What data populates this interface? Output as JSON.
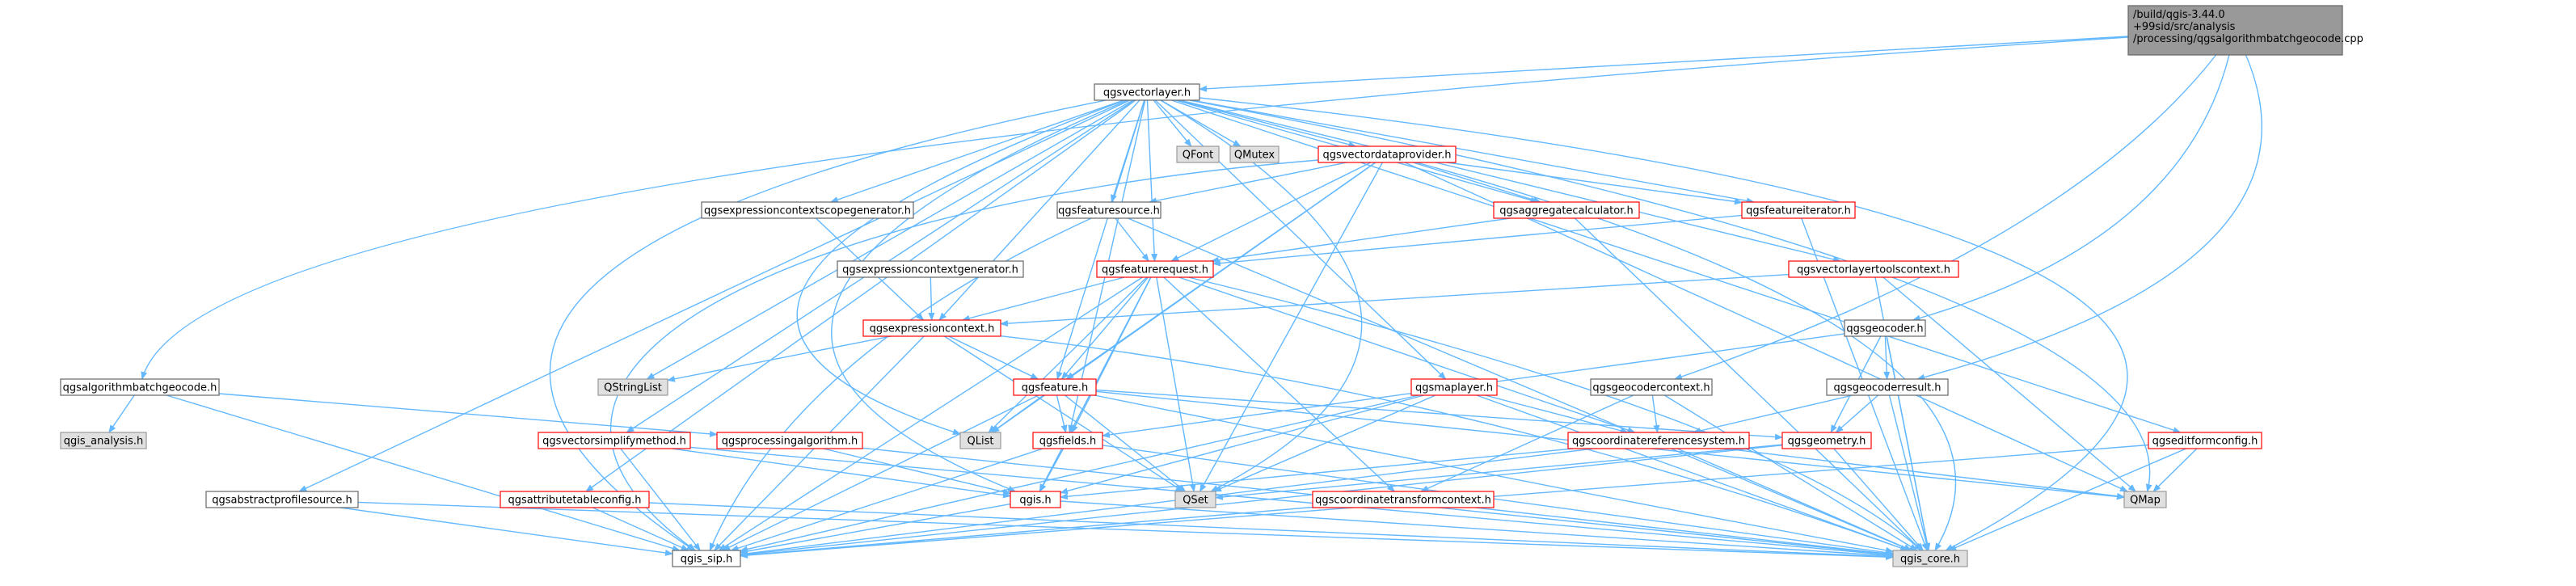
{
  "colors": {
    "edge": "#63b8ff",
    "root_fill": "#999999",
    "root_stroke": "#666666",
    "plain_fill": "#ffffff",
    "plain_stroke": "#666666",
    "truncated_stroke": "#ff0000",
    "external_fill": "#e0e0e0",
    "external_stroke": "#999999"
  },
  "nodes": [
    {
      "id": "root",
      "style": "root",
      "lines": [
        "/build/qgis-3.44.0",
        "+99sid/src/analysis",
        "/processing/qgsalgorithmbatchgeocode.cpp"
      ]
    },
    {
      "id": "qgsvectorlayer",
      "style": "plain",
      "lines": [
        "qgsvectorlayer.h"
      ]
    },
    {
      "id": "qfont",
      "style": "external",
      "lines": [
        "QFont"
      ]
    },
    {
      "id": "qmutex",
      "style": "external",
      "lines": [
        "QMutex"
      ]
    },
    {
      "id": "qgsvectordataprovider",
      "style": "truncated",
      "lines": [
        "qgsvectordataprovider.h"
      ]
    },
    {
      "id": "qgsexprctxscopegen",
      "style": "plain",
      "lines": [
        "qgsexpressioncontextscopegenerator.h"
      ]
    },
    {
      "id": "qgsfeaturesource",
      "style": "plain",
      "lines": [
        "qgsfeaturesource.h"
      ]
    },
    {
      "id": "qgsaggregatecalculator",
      "style": "truncated",
      "lines": [
        "qgsaggregatecalculator.h"
      ]
    },
    {
      "id": "qgsfeatureiterator",
      "style": "truncated",
      "lines": [
        "qgsfeatureiterator.h"
      ]
    },
    {
      "id": "qgsexprctxgen",
      "style": "plain",
      "lines": [
        "qgsexpressioncontextgenerator.h"
      ]
    },
    {
      "id": "qgsfeaturerequest",
      "style": "truncated",
      "lines": [
        "qgsfeaturerequest.h"
      ]
    },
    {
      "id": "qgsvectorlayertoolscontext",
      "style": "truncated",
      "lines": [
        "qgsvectorlayertoolscontext.h"
      ]
    },
    {
      "id": "qgsexpressioncontext",
      "style": "truncated",
      "lines": [
        "qgsexpressioncontext.h"
      ]
    },
    {
      "id": "qgsgeocoder",
      "style": "plain",
      "lines": [
        "qgsgeocoder.h"
      ]
    },
    {
      "id": "qgsalgbatchgeocode",
      "style": "plain",
      "lines": [
        "qgsalgorithmbatchgeocode.h"
      ]
    },
    {
      "id": "qstringlist",
      "style": "external",
      "lines": [
        "QStringList"
      ]
    },
    {
      "id": "qgsfeature",
      "style": "truncated",
      "lines": [
        "qgsfeature.h"
      ]
    },
    {
      "id": "qgsmaplayer",
      "style": "truncated",
      "lines": [
        "qgsmaplayer.h"
      ]
    },
    {
      "id": "qgsgeocodercontext",
      "style": "plain",
      "lines": [
        "qgsgeocodercontext.h"
      ]
    },
    {
      "id": "qgsgeocoderresult",
      "style": "plain",
      "lines": [
        "qgsgeocoderresult.h"
      ]
    },
    {
      "id": "qgis_analysis",
      "style": "external",
      "lines": [
        "qgis_analysis.h"
      ]
    },
    {
      "id": "qgsvectorsimplifymethod",
      "style": "truncated",
      "lines": [
        "qgsvectorsimplifymethod.h"
      ]
    },
    {
      "id": "qgsprocessingalgorithm",
      "style": "truncated",
      "lines": [
        "qgsprocessingalgorithm.h"
      ]
    },
    {
      "id": "qlist",
      "style": "external",
      "lines": [
        "QList"
      ]
    },
    {
      "id": "qgsfields",
      "style": "truncated",
      "lines": [
        "qgsfields.h"
      ]
    },
    {
      "id": "qgscrs",
      "style": "truncated",
      "lines": [
        "qgscoordinatereferencesystem.h"
      ]
    },
    {
      "id": "qgsgeometry",
      "style": "truncated",
      "lines": [
        "qgsgeometry.h"
      ]
    },
    {
      "id": "qgseditformconfig",
      "style": "truncated",
      "lines": [
        "qgseditformconfig.h"
      ]
    },
    {
      "id": "qgsabstractprofilesource",
      "style": "plain",
      "lines": [
        "qgsabstractprofilesource.h"
      ]
    },
    {
      "id": "qgsattributetableconfig",
      "style": "truncated",
      "lines": [
        "qgsattributetableconfig.h"
      ]
    },
    {
      "id": "qset",
      "style": "external",
      "lines": [
        "QSet"
      ]
    },
    {
      "id": "qgis",
      "style": "truncated",
      "lines": [
        "qgis.h"
      ]
    },
    {
      "id": "qgscoordtransformctx",
      "style": "truncated",
      "lines": [
        "qgscoordinatetransformcontext.h"
      ]
    },
    {
      "id": "qmap",
      "style": "external",
      "lines": [
        "QMap"
      ]
    },
    {
      "id": "qgis_sip",
      "style": "plain",
      "lines": [
        "qgis_sip.h"
      ]
    },
    {
      "id": "qgis_core",
      "style": "external",
      "lines": [
        "qgis_core.h"
      ]
    }
  ],
  "edges": [
    [
      "root",
      "qgsvectorlayer"
    ],
    [
      "root",
      "qgsalgbatchgeocode"
    ],
    [
      "root",
      "qgsgeocoder"
    ],
    [
      "root",
      "qgsgeocodercontext"
    ],
    [
      "root",
      "qgsgeocoderresult"
    ],
    [
      "qgsvectorlayer",
      "qfont"
    ],
    [
      "qgsvectorlayer",
      "qmutex"
    ],
    [
      "qgsvectorlayer",
      "qgsvectordataprovider"
    ],
    [
      "qgsvectorlayer",
      "qgsexprctxscopegen"
    ],
    [
      "qgsvectorlayer",
      "qgsfeaturesource"
    ],
    [
      "qgsvectorlayer",
      "qgsaggregatecalculator"
    ],
    [
      "qgsvectorlayer",
      "qgsfeatureiterator"
    ],
    [
      "qgsvectorlayer",
      "qgsfeaturerequest"
    ],
    [
      "qgsvectorlayer",
      "qgsvectorlayertoolscontext"
    ],
    [
      "qgsvectorlayer",
      "qgsexpressioncontext"
    ],
    [
      "qgsvectorlayer",
      "qstringlist"
    ],
    [
      "qgsvectorlayer",
      "qgsfeature"
    ],
    [
      "qgsvectorlayer",
      "qgsmaplayer"
    ],
    [
      "qgsvectorlayer",
      "qgsvectorsimplifymethod"
    ],
    [
      "qgsvectorlayer",
      "qlist"
    ],
    [
      "qgsvectorlayer",
      "qgsfields"
    ],
    [
      "qgsvectorlayer",
      "qgseditformconfig"
    ],
    [
      "qgsvectorlayer",
      "qgsabstractprofilesource"
    ],
    [
      "qgsvectorlayer",
      "qgsattributetableconfig"
    ],
    [
      "qgsvectorlayer",
      "qset"
    ],
    [
      "qgsvectorlayer",
      "qgis"
    ],
    [
      "qgsvectorlayer",
      "qmap"
    ],
    [
      "qgsvectorlayer",
      "qgis_sip"
    ],
    [
      "qgsvectorlayer",
      "qgis_core"
    ],
    [
      "qgsvectordataprovider",
      "qgsfeaturesource"
    ],
    [
      "qgsvectordataprovider",
      "qgsaggregatecalculator"
    ],
    [
      "qgsvectordataprovider",
      "qgsfeaturerequest"
    ],
    [
      "qgsvectordataprovider",
      "qgsfeature"
    ],
    [
      "qgsvectordataprovider",
      "qgsfeatureiterator"
    ],
    [
      "qgsvectordataprovider",
      "qset"
    ],
    [
      "qgsvectordataprovider",
      "qlist"
    ],
    [
      "qgsvectordataprovider",
      "qmap"
    ],
    [
      "qgsvectordataprovider",
      "qgis_sip"
    ],
    [
      "qgsvectordataprovider",
      "qgis_core"
    ],
    [
      "qgsexprctxscopegen",
      "qgsexpressioncontext"
    ],
    [
      "qgsfeaturesource",
      "qgsfeaturerequest"
    ],
    [
      "qgsfeaturesource",
      "qgis_sip"
    ],
    [
      "qgsfeaturesource",
      "qgis_core"
    ],
    [
      "qgsaggregatecalculator",
      "qgsfeaturerequest"
    ],
    [
      "qgsaggregatecalculator",
      "qgis_core"
    ],
    [
      "qgsfeatureiterator",
      "qgsfeaturerequest"
    ],
    [
      "qgsfeatureiterator",
      "qgis_core"
    ],
    [
      "qgsexprctxgen",
      "qgsexpressioncontext"
    ],
    [
      "qgsfeaturerequest",
      "qgsexpressioncontext"
    ],
    [
      "qgsfeaturerequest",
      "qgsfeature"
    ],
    [
      "qgsfeaturerequest",
      "qgscrs"
    ],
    [
      "qgsfeaturerequest",
      "qgscoordtransformctx"
    ],
    [
      "qgsfeaturerequest",
      "qgsfields"
    ],
    [
      "qgsfeaturerequest",
      "qlist"
    ],
    [
      "qgsfeaturerequest",
      "qset"
    ],
    [
      "qgsfeaturerequest",
      "qgis"
    ],
    [
      "qgsfeaturerequest",
      "qgis_sip"
    ],
    [
      "qgsfeaturerequest",
      "qgis_core"
    ],
    [
      "qgsvectorlayertoolscontext",
      "qgsexpressioncontext"
    ],
    [
      "qgsvectorlayertoolscontext",
      "qmap"
    ],
    [
      "qgsvectorlayertoolscontext",
      "qgis_core"
    ],
    [
      "qgsexpressioncontext",
      "qstringlist"
    ],
    [
      "qgsexpressioncontext",
      "qgsfeature"
    ],
    [
      "qgsexpressioncontext",
      "qset"
    ],
    [
      "qgsexpressioncontext",
      "qgis_sip"
    ],
    [
      "qgsexpressioncontext",
      "qgis_core"
    ],
    [
      "qgsgeocoder",
      "qgsgeocoderresult"
    ],
    [
      "qgsgeocoder",
      "qgsfields"
    ],
    [
      "qgsgeocoder",
      "qgsgeometry"
    ],
    [
      "qgsgeocoder",
      "qgis_core"
    ],
    [
      "qgsalgbatchgeocode",
      "qgis_analysis"
    ],
    [
      "qgsalgbatchgeocode",
      "qgsprocessingalgorithm"
    ],
    [
      "qgsalgbatchgeocode",
      "qgis_sip"
    ],
    [
      "qgsfeature",
      "qgsfields"
    ],
    [
      "qgsfeature",
      "qgsgeometry"
    ],
    [
      "qgsfeature",
      "qlist"
    ],
    [
      "qgsfeature",
      "qset"
    ],
    [
      "qgsfeature",
      "qmap"
    ],
    [
      "qgsfeature",
      "qgis_sip"
    ],
    [
      "qgsfeature",
      "qgis_core"
    ],
    [
      "qgsmaplayer",
      "qgscrs"
    ],
    [
      "qgsmaplayer",
      "qgis"
    ],
    [
      "qgsmaplayer",
      "qgis_sip"
    ],
    [
      "qgsmaplayer",
      "qset"
    ],
    [
      "qgsmaplayer",
      "qgis_core"
    ],
    [
      "qgsgeocodercontext",
      "qgscrs"
    ],
    [
      "qgsgeocodercontext",
      "qgscoordtransformctx"
    ],
    [
      "qgsgeocodercontext",
      "qgis_core"
    ],
    [
      "qgsgeocoderresult",
      "qgscrs"
    ],
    [
      "qgsgeocoderresult",
      "qgsgeometry"
    ],
    [
      "qgsgeocoderresult",
      "qgis_core"
    ],
    [
      "qgsvectorsimplifymethod",
      "qgis"
    ],
    [
      "qgsvectorsimplifymethod",
      "qgis_sip"
    ],
    [
      "qgsvectorsimplifymethod",
      "qgis_core"
    ],
    [
      "qgsprocessingalgorithm",
      "qgis"
    ],
    [
      "qgsprocessingalgorithm",
      "qgis_core"
    ],
    [
      "qgsfields",
      "qgis"
    ],
    [
      "qgsfields",
      "qgis_sip"
    ],
    [
      "qgsfields",
      "qgis_core"
    ],
    [
      "qgscrs",
      "qgis"
    ],
    [
      "qgscrs",
      "qgis_sip"
    ],
    [
      "qgscrs",
      "qmap"
    ],
    [
      "qgscrs",
      "qgis_core"
    ],
    [
      "qgsgeometry",
      "qset"
    ],
    [
      "qgsgeometry",
      "qgis_sip"
    ],
    [
      "qgsgeometry",
      "qgis_core"
    ],
    [
      "qgseditformconfig",
      "qmap"
    ],
    [
      "qgseditformconfig",
      "qgis_sip"
    ],
    [
      "qgseditformconfig",
      "qgis_core"
    ],
    [
      "qgsabstractprofilesource",
      "qgis_sip"
    ],
    [
      "qgsabstractprofilesource",
      "qgis_core"
    ],
    [
      "qgsattributetableconfig",
      "qgis_sip"
    ],
    [
      "qgsattributetableconfig",
      "qgis_core"
    ],
    [
      "qgis",
      "qgis_sip"
    ],
    [
      "qgis",
      "qgis_core"
    ],
    [
      "qgscoordtransformctx",
      "qgis_sip"
    ],
    [
      "qgscoordtransformctx",
      "qgis_core"
    ]
  ]
}
